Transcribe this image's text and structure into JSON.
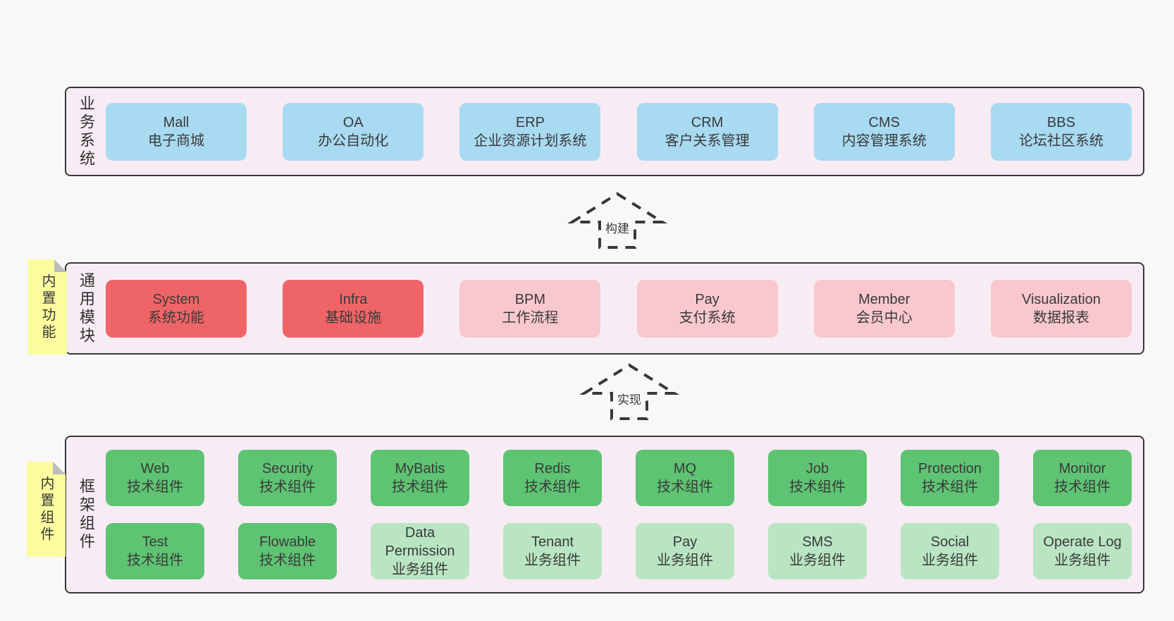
{
  "colors": {
    "page_bg": "#f8f8f8",
    "container_fill": "#f8ecf4",
    "container_border": "#383838",
    "blue_box": "#a8daf2",
    "red_box": "#ef6567",
    "pink_box": "#f8c8ce",
    "green_box": "#5ec473",
    "light_green_box": "#b9e5c3",
    "note_yellow": "#fcfc9f",
    "note_fold_gray": "#bdbdbd",
    "text": "#3a3a3a"
  },
  "arrows": {
    "build": "构建",
    "implement": "实现"
  },
  "business": {
    "label": "业务系统",
    "boxes": [
      {
        "en": "Mall",
        "zh": "电子商城"
      },
      {
        "en": "OA",
        "zh": "办公自动化"
      },
      {
        "en": "ERP",
        "zh": "企业资源计划系统"
      },
      {
        "en": "CRM",
        "zh": "客户关系管理"
      },
      {
        "en": "CMS",
        "zh": "内容管理系统"
      },
      {
        "en": "BBS",
        "zh": "论坛社区系统"
      }
    ]
  },
  "modules": {
    "label": "通用模块",
    "note": "内置功能",
    "boxes": [
      {
        "en": "System",
        "zh": "系统功能"
      },
      {
        "en": "Infra",
        "zh": "基础设施"
      },
      {
        "en": "BPM",
        "zh": "工作流程"
      },
      {
        "en": "Pay",
        "zh": "支付系统"
      },
      {
        "en": "Member",
        "zh": "会员中心"
      },
      {
        "en": "Visualization",
        "zh": "数据报表"
      }
    ]
  },
  "components": {
    "label": "框架组件",
    "note": "内置组件",
    "row1": [
      {
        "en": "Web",
        "zh": "技术组件"
      },
      {
        "en": "Security",
        "zh": "技术组件"
      },
      {
        "en": "MyBatis",
        "zh": "技术组件"
      },
      {
        "en": "Redis",
        "zh": "技术组件"
      },
      {
        "en": "MQ",
        "zh": "技术组件"
      },
      {
        "en": "Job",
        "zh": "技术组件"
      },
      {
        "en": "Protection",
        "zh": "技术组件"
      },
      {
        "en": "Monitor",
        "zh": "技术组件"
      }
    ],
    "row2": [
      {
        "en": "Test",
        "zh": "技术组件"
      },
      {
        "en": "Flowable",
        "zh": "技术组件"
      },
      {
        "en": "Data Permission",
        "zh": "业务组件"
      },
      {
        "en": "Tenant",
        "zh": "业务组件"
      },
      {
        "en": "Pay",
        "zh": "业务组件"
      },
      {
        "en": "SMS",
        "zh": "业务组件"
      },
      {
        "en": "Social",
        "zh": "业务组件"
      },
      {
        "en": "Operate Log",
        "zh": "业务组件"
      }
    ]
  }
}
